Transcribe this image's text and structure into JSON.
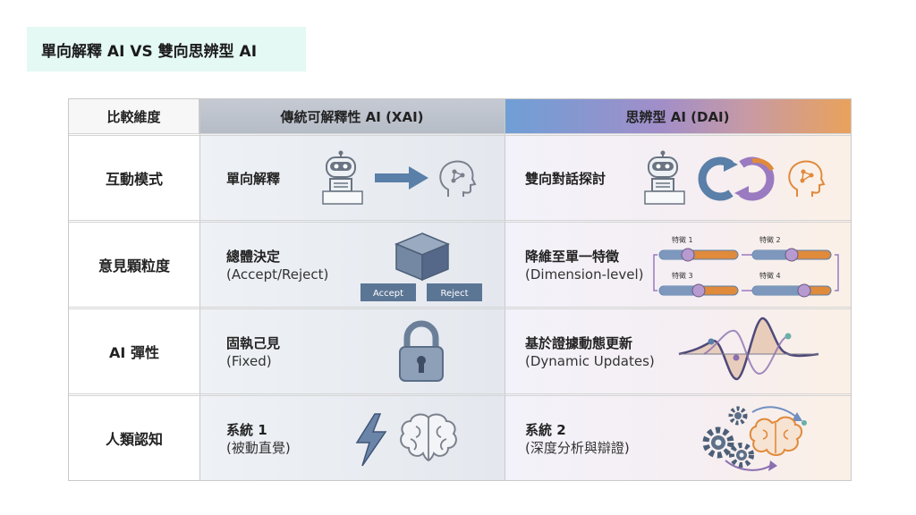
{
  "page": {
    "title": "單向解釋 AI VS 雙向思辨型 AI"
  },
  "table": {
    "headers": {
      "dimension": "比較維度",
      "xai": "傳統可解釋性 AI (XAI)",
      "dai": "思辨型 AI (DAI)"
    },
    "rows": [
      {
        "dimension": "互動模式",
        "xai_line1": "單向解釋",
        "xai_line2": "",
        "dai_line1": "雙向對話探討",
        "dai_line2": ""
      },
      {
        "dimension": "意見顆粒度",
        "xai_line1": "總體決定",
        "xai_line2": "(Accept/Reject)",
        "dai_line1": "降維至單一特徵",
        "dai_line2": "(Dimension-level)"
      },
      {
        "dimension": "AI 彈性",
        "xai_line1": "固執己見",
        "xai_line2": "(Fixed)",
        "dai_line1": "基於證據動態更新",
        "dai_line2": "(Dynamic Updates)"
      },
      {
        "dimension": "人類認知",
        "xai_line1": "系統 1",
        "xai_line2": "(被動直覺)",
        "dai_line1": "系統 2",
        "dai_line2": "(深度分析與辯證)"
      }
    ]
  },
  "cube_buttons": {
    "accept": "Accept",
    "reject": "Reject"
  },
  "feature_sliders": [
    "特徵 1",
    "特徵 2",
    "特徵 3",
    "特徵 4"
  ],
  "colors": {
    "title_bg": "#e4f8f4",
    "accent_blue": "#5a7fa8",
    "accent_purple": "#8b6fb0",
    "accent_orange": "#e08a3c"
  }
}
